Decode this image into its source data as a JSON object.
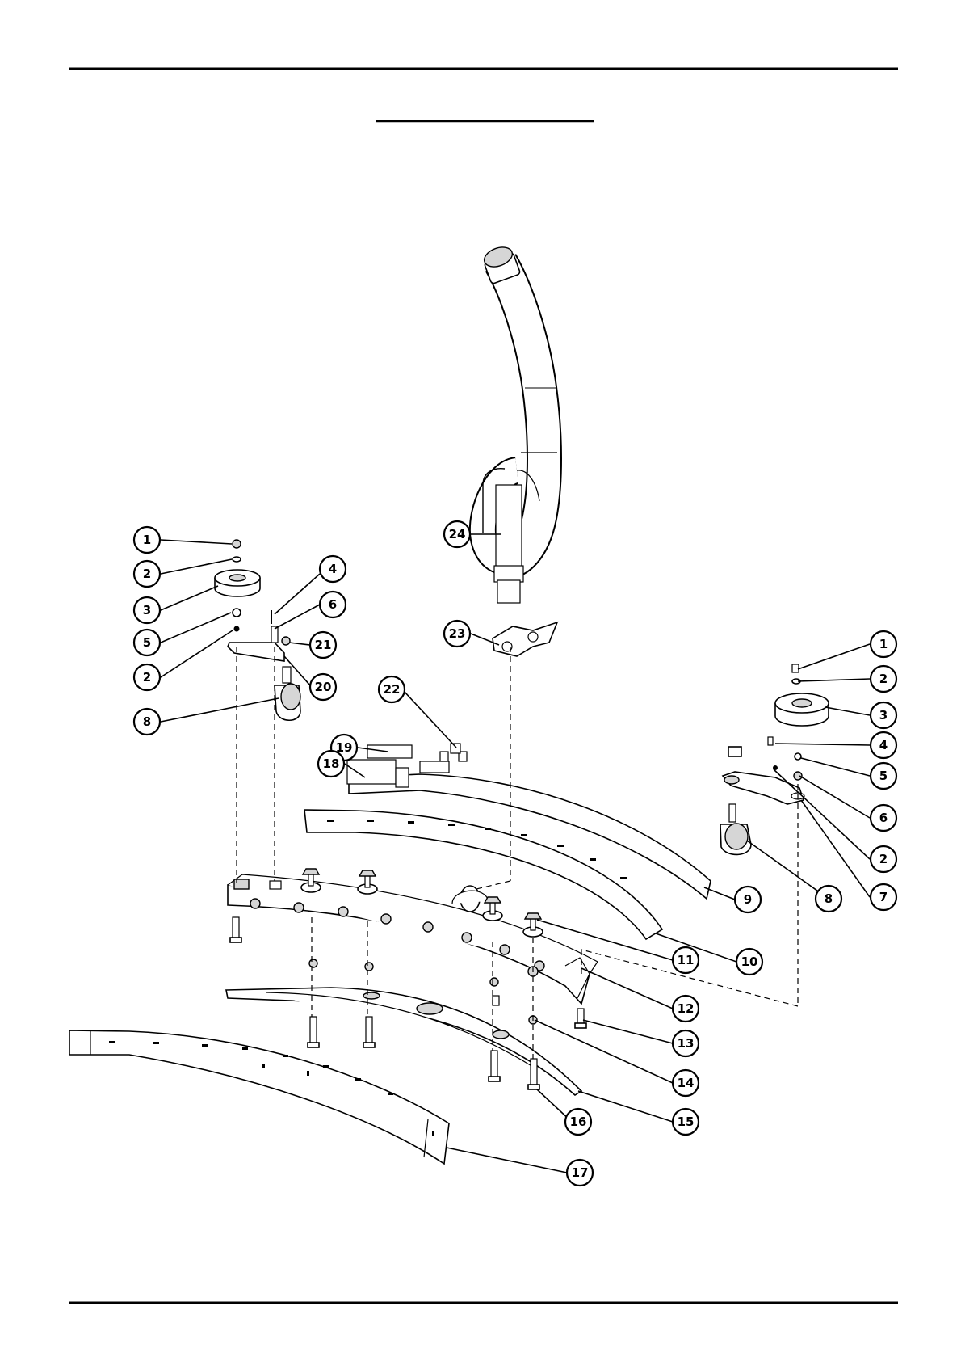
{
  "callouts": [
    {
      "id": "c1a",
      "label": "1"
    },
    {
      "id": "c2a",
      "label": "2"
    },
    {
      "id": "c3a",
      "label": "3"
    },
    {
      "id": "c5a",
      "label": "5"
    },
    {
      "id": "c2b",
      "label": "2"
    },
    {
      "id": "c8a",
      "label": "8"
    },
    {
      "id": "c4a",
      "label": "4"
    },
    {
      "id": "c6a",
      "label": "6"
    },
    {
      "id": "c21",
      "label": "21"
    },
    {
      "id": "c20",
      "label": "20"
    },
    {
      "id": "c24",
      "label": "24"
    },
    {
      "id": "c23",
      "label": "23"
    },
    {
      "id": "c22",
      "label": "22"
    },
    {
      "id": "c19",
      "label": "19"
    },
    {
      "id": "c18",
      "label": "18"
    },
    {
      "id": "c1b",
      "label": "1"
    },
    {
      "id": "c2c",
      "label": "2"
    },
    {
      "id": "c3b",
      "label": "3"
    },
    {
      "id": "c4b",
      "label": "4"
    },
    {
      "id": "c5b",
      "label": "5"
    },
    {
      "id": "c6b",
      "label": "6"
    },
    {
      "id": "c2d",
      "label": "2"
    },
    {
      "id": "c7",
      "label": "7"
    },
    {
      "id": "c8b",
      "label": "8"
    },
    {
      "id": "c9",
      "label": "9"
    },
    {
      "id": "c10",
      "label": "10"
    },
    {
      "id": "c11",
      "label": "11"
    },
    {
      "id": "c12",
      "label": "12"
    },
    {
      "id": "c13",
      "label": "13"
    },
    {
      "id": "c14",
      "label": "14"
    },
    {
      "id": "c15",
      "label": "15"
    },
    {
      "id": "c16",
      "label": "16"
    },
    {
      "id": "c17",
      "label": "17"
    }
  ]
}
